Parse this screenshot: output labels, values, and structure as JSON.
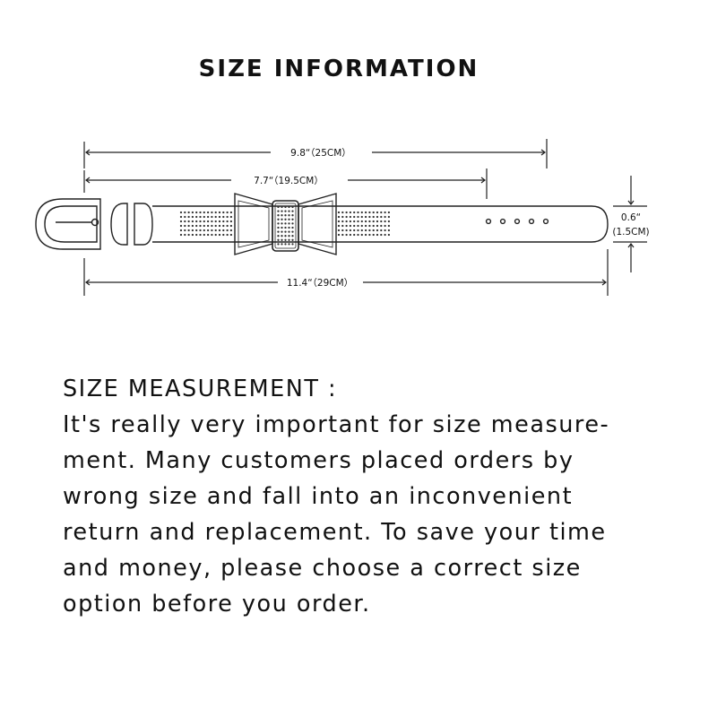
{
  "title": "SIZE INFORMATION",
  "dimensions": {
    "length_top": "9.8“（25CM）",
    "length_mid": "7.7“（19.5CM）",
    "length_total": "11.4“（29CM）",
    "width_value": "0.6“",
    "width_cm": "(1.5CM)"
  },
  "description": {
    "heading": "SIZE MEASUREMENT :",
    "lines": [
      "It's really very important for size measure-",
      "ment. Many customers placed orders by",
      "wrong size and fall into an inconvenient",
      "return and replacement. To save your time",
      "and money, please choose a correct size",
      "option before you order."
    ]
  }
}
